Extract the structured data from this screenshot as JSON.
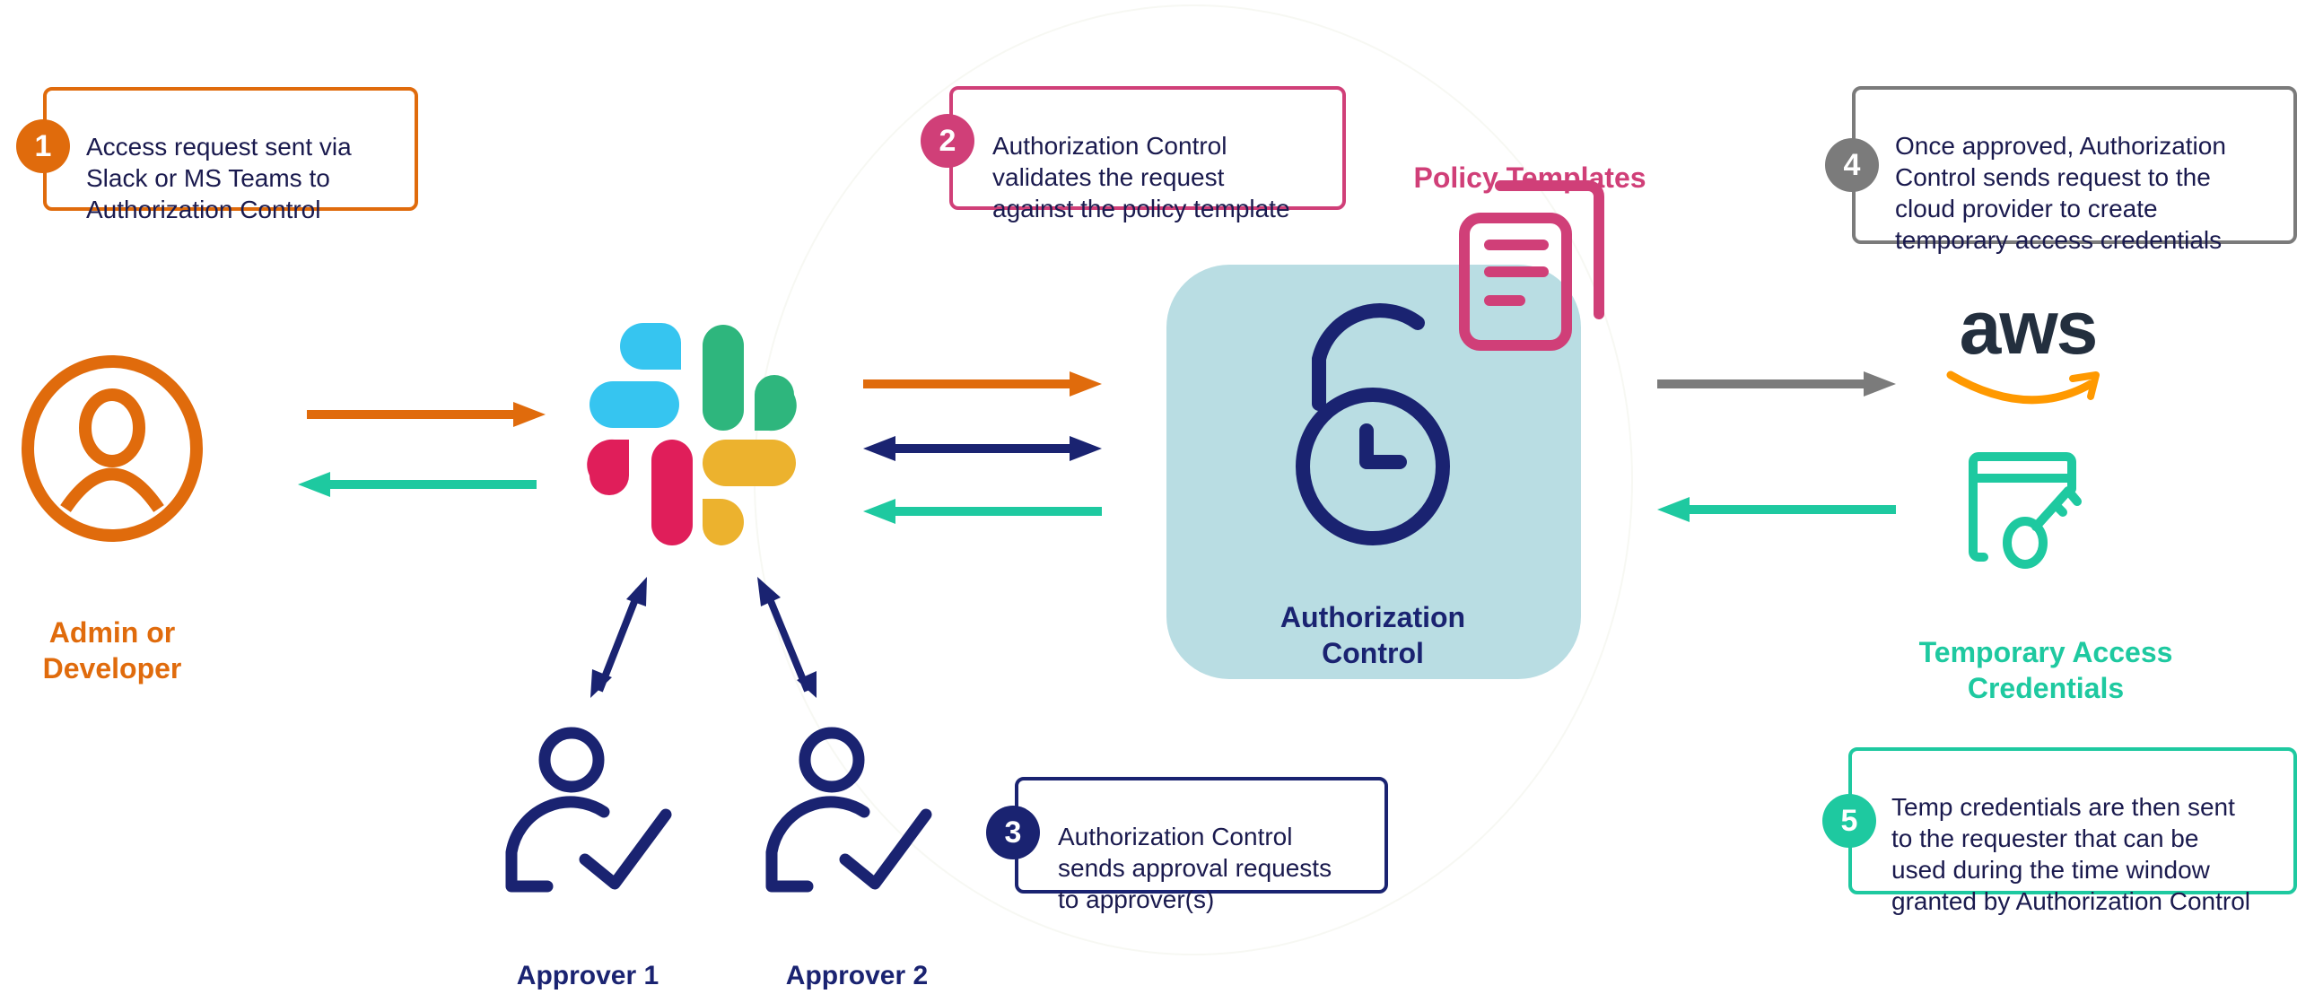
{
  "colors": {
    "orange": "#e06b0c",
    "pink": "#d03f78",
    "navy": "#1a2371",
    "gray": "#7b7b7b",
    "teal": "#1ec9a0",
    "auth_bg": "#b9dde3",
    "text_dark": "#1a1a4e",
    "aws_dark": "#232f3e",
    "aws_orange": "#ff9900",
    "slack_blue": "#36c5f0",
    "slack_green": "#2eb67d",
    "slack_red": "#e01e5a",
    "slack_yellow": "#ecb22e"
  },
  "steps": [
    {
      "number": "1",
      "text": "Access request sent via\nSlack or MS Teams to\nAuthorization Control",
      "color": "orange"
    },
    {
      "number": "2",
      "text": "Authorization Control\nvalidates the request\nagainst the policy  template",
      "color": "pink"
    },
    {
      "number": "3",
      "text": "Authorization Control\nsends approval requests\nto approver(s)",
      "color": "navy"
    },
    {
      "number": "4",
      "text": "Once approved, Authorization\nControl sends request to the\ncloud provider to create\ntemporary access credentials",
      "color": "gray"
    },
    {
      "number": "5",
      "text": "Temp credentials are then sent\nto the requester that can be\nused during the time window\ngranted by Authorization Control",
      "color": "teal"
    }
  ],
  "nodes": {
    "requester": {
      "label": "Admin or\nDeveloper",
      "icon": "user-circle-icon"
    },
    "chat": {
      "icon": "slack-logo-icon"
    },
    "authorization": {
      "label": "Authorization\nControl",
      "icon": "lock-clock-icon"
    },
    "policy": {
      "label": "Policy Templates",
      "icon": "documents-icon"
    },
    "cloud": {
      "label": "aws",
      "icon": "aws-logo-icon"
    },
    "credentials": {
      "label": "Temporary Access\nCredentials",
      "icon": "credential-key-icon"
    },
    "approver1": {
      "label": "Approver 1",
      "icon": "user-check-icon"
    },
    "approver2": {
      "label": "Approver 2",
      "icon": "user-check-icon"
    }
  },
  "connections": [
    {
      "from": "requester",
      "to": "chat",
      "color": "orange",
      "direction": "forward"
    },
    {
      "from": "chat",
      "to": "requester",
      "color": "teal",
      "direction": "forward"
    },
    {
      "from": "chat",
      "to": "authorization",
      "color": "orange",
      "direction": "forward"
    },
    {
      "from": "chat",
      "to": "authorization",
      "color": "navy",
      "direction": "both"
    },
    {
      "from": "authorization",
      "to": "chat",
      "color": "teal",
      "direction": "forward"
    },
    {
      "from": "authorization",
      "to": "cloud",
      "color": "gray",
      "direction": "forward"
    },
    {
      "from": "credentials",
      "to": "authorization",
      "color": "teal",
      "direction": "forward"
    },
    {
      "from": "chat",
      "to": "approver1",
      "color": "navy",
      "direction": "both"
    },
    {
      "from": "chat",
      "to": "approver2",
      "color": "navy",
      "direction": "both"
    }
  ]
}
